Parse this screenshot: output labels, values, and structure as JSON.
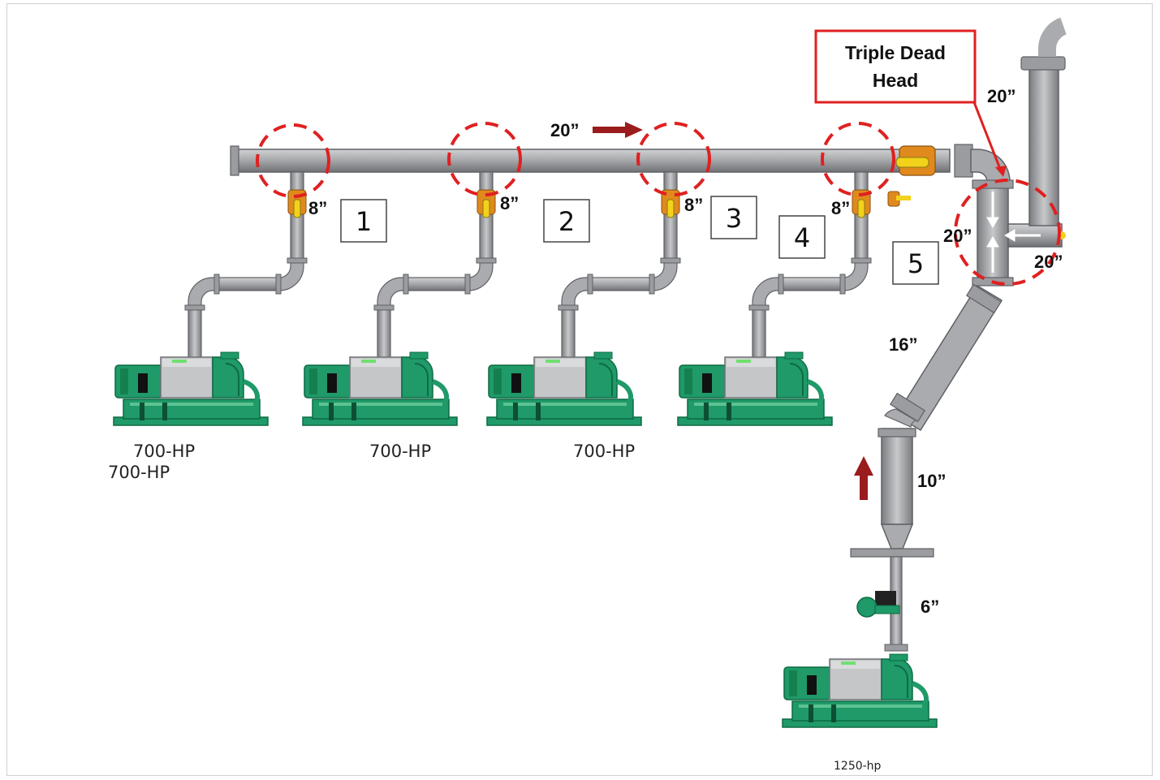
{
  "callout": {
    "line1": "Triple Dead",
    "line2": "Head"
  },
  "sizes": {
    "header": "20”",
    "riser_right": "20”",
    "tee_left": "20”",
    "tee_right": "20”",
    "branch1": "8”",
    "branch2": "8”",
    "branch3": "8”",
    "branch4": "8”",
    "elbow": "16”",
    "reducer": "10”",
    "discharge": "6”"
  },
  "pump_numbers": [
    "1",
    "2",
    "3",
    "4",
    "5"
  ],
  "pump_ratings": {
    "p1_a": "700-HP",
    "p1_b": "700-HP",
    "p2": "700-HP",
    "p3": "700-HP",
    "p5": "1250-hp"
  },
  "colors": {
    "pipe": "#a7a9ac",
    "pipe_edge": "#5f6166",
    "pump_green": "#1f9a68",
    "pump_dark": "#0d6b43",
    "valve_orange": "#e08a1e",
    "valve_yellow": "#f2d21b",
    "dead_head_red": "#e02020",
    "flow_arrow": "#9b1c1c"
  }
}
